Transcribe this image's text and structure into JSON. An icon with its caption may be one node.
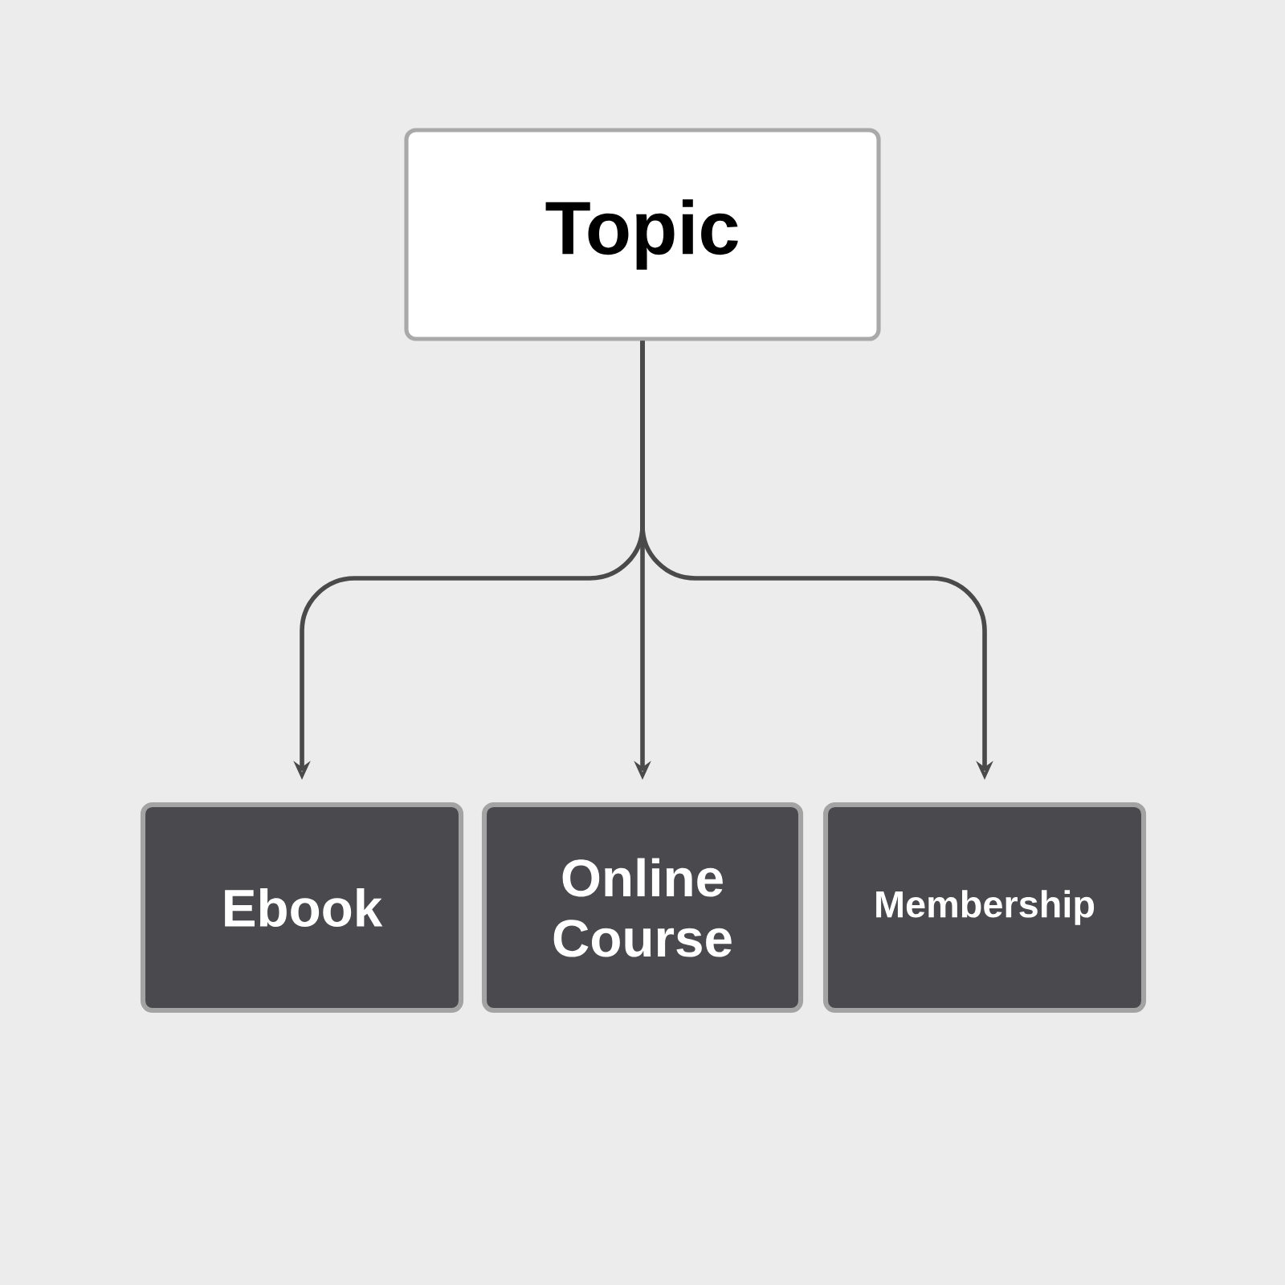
{
  "diagram": {
    "nodes": [
      {
        "text": [
          "Topic"
        ]
      },
      {
        "text": [
          "Ebook"
        ]
      },
      {
        "text": [
          "Online Course"
        ]
      },
      {
        "text": [
          "Membership"
        ]
      }
    ],
    "edges": [
      {
        "from": 0,
        "to": 1,
        "arrow": "to"
      },
      {
        "from": 0,
        "to": 2,
        "arrow": "to"
      },
      {
        "from": 0,
        "to": 3,
        "arrow": "to"
      }
    ]
  }
}
